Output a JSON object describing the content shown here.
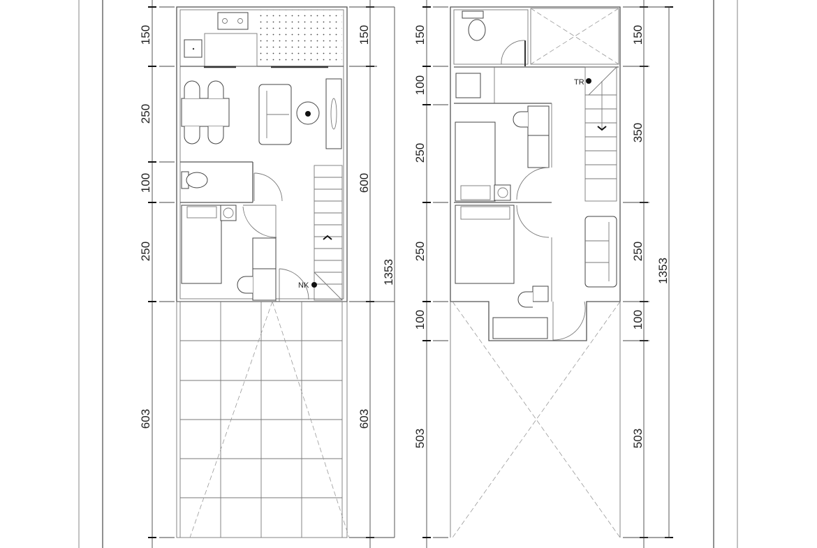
{
  "ground_floor": {
    "left_dimensions": [
      "150",
      "250",
      "100",
      "250",
      "603"
    ],
    "right_dimensions": [
      "150",
      "600",
      "603"
    ],
    "total_dimension": "1353",
    "marker": "NK"
  },
  "upper_floor": {
    "left_dimensions": [
      "150",
      "100",
      "250",
      "250",
      "100",
      "503"
    ],
    "right_dimensions": [
      "150",
      "350",
      "250",
      "100",
      "503"
    ],
    "total_dimension": "1353",
    "marker": "TR"
  }
}
